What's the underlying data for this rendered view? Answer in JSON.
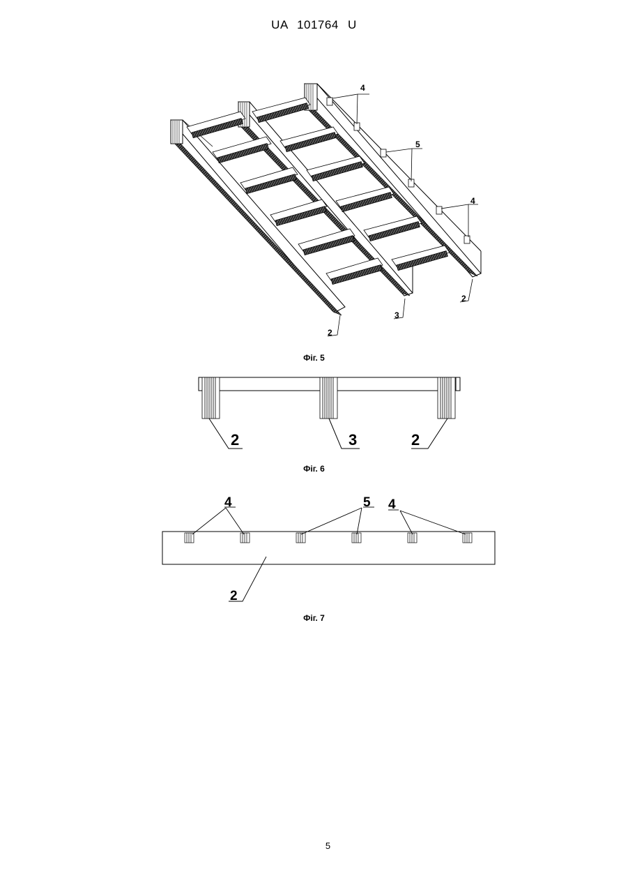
{
  "header": {
    "doc_id": "UA   101764   U"
  },
  "figures": [
    {
      "caption": "Фіг. 5",
      "labels": {
        "a": "4",
        "b": "5",
        "c": "4",
        "d": "2",
        "e": "3",
        "f": "2"
      }
    },
    {
      "caption": "Фіг. 6",
      "labels": {
        "a": "2",
        "b": "3",
        "c": "2"
      }
    },
    {
      "caption": "Фіг. 7",
      "labels": {
        "a": "4",
        "b": "5",
        "c": "4",
        "d": "2"
      }
    }
  ],
  "footer": {
    "page_number": "5"
  }
}
